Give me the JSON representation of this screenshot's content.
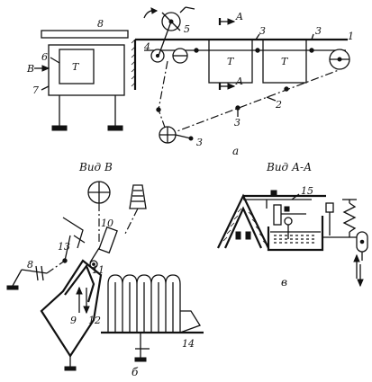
{
  "view_a": {
    "caption": "a",
    "section_mark": "A",
    "arrow_label": "В",
    "block_label": "T",
    "numbers": [
      "1",
      "2",
      "3",
      "3",
      "3",
      "4",
      "5",
      "6",
      "7",
      "8"
    ]
  },
  "view_b": {
    "title": "Вид В",
    "caption": "б",
    "numbers": [
      "8",
      "9",
      "10",
      "11",
      "12",
      "13",
      "14"
    ]
  },
  "view_c": {
    "title": "Вид А-А",
    "caption": "в",
    "numbers": [
      "15"
    ]
  }
}
